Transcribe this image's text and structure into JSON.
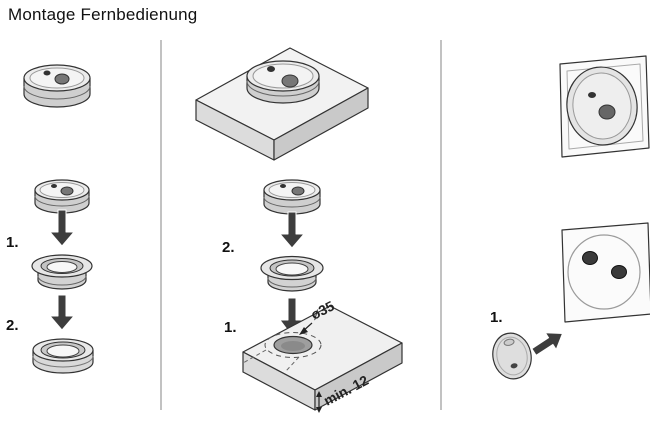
{
  "title": "Montage Fernbedienung",
  "left_panel": {
    "step1_label": "1.",
    "step2_label": "2."
  },
  "middle_panel": {
    "step1_label": "1.",
    "step2_label": "2.",
    "diameter_dim": "ø35",
    "depth_dim": "min. 12"
  },
  "right_panel": {
    "step1_label": "1."
  },
  "colors": {
    "outline": "#333333",
    "fill_light": "#ededed",
    "fill_mid": "#d4d4d4",
    "arrow": "#3d3d3d",
    "text": "#111111"
  }
}
